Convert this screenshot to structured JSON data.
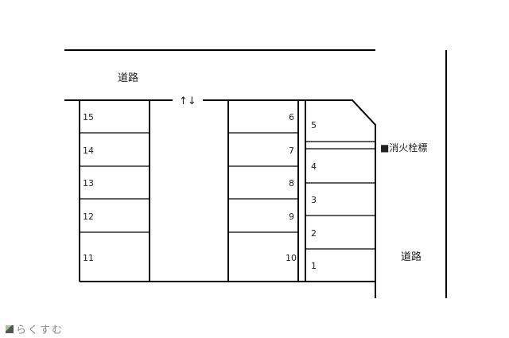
{
  "roads": [
    "道路",
    "道路"
  ],
  "entrance_arrow": "↑↓",
  "hydrant_label": "■消火栓標",
  "spaces_left": [
    "15",
    "14",
    "13",
    "12",
    "11"
  ],
  "spaces_middle": [
    "6",
    "7",
    "8",
    "9",
    "10"
  ],
  "spaces_right": [
    "5",
    "4",
    "3",
    "2",
    "1"
  ],
  "logo_text": "らくすむ"
}
